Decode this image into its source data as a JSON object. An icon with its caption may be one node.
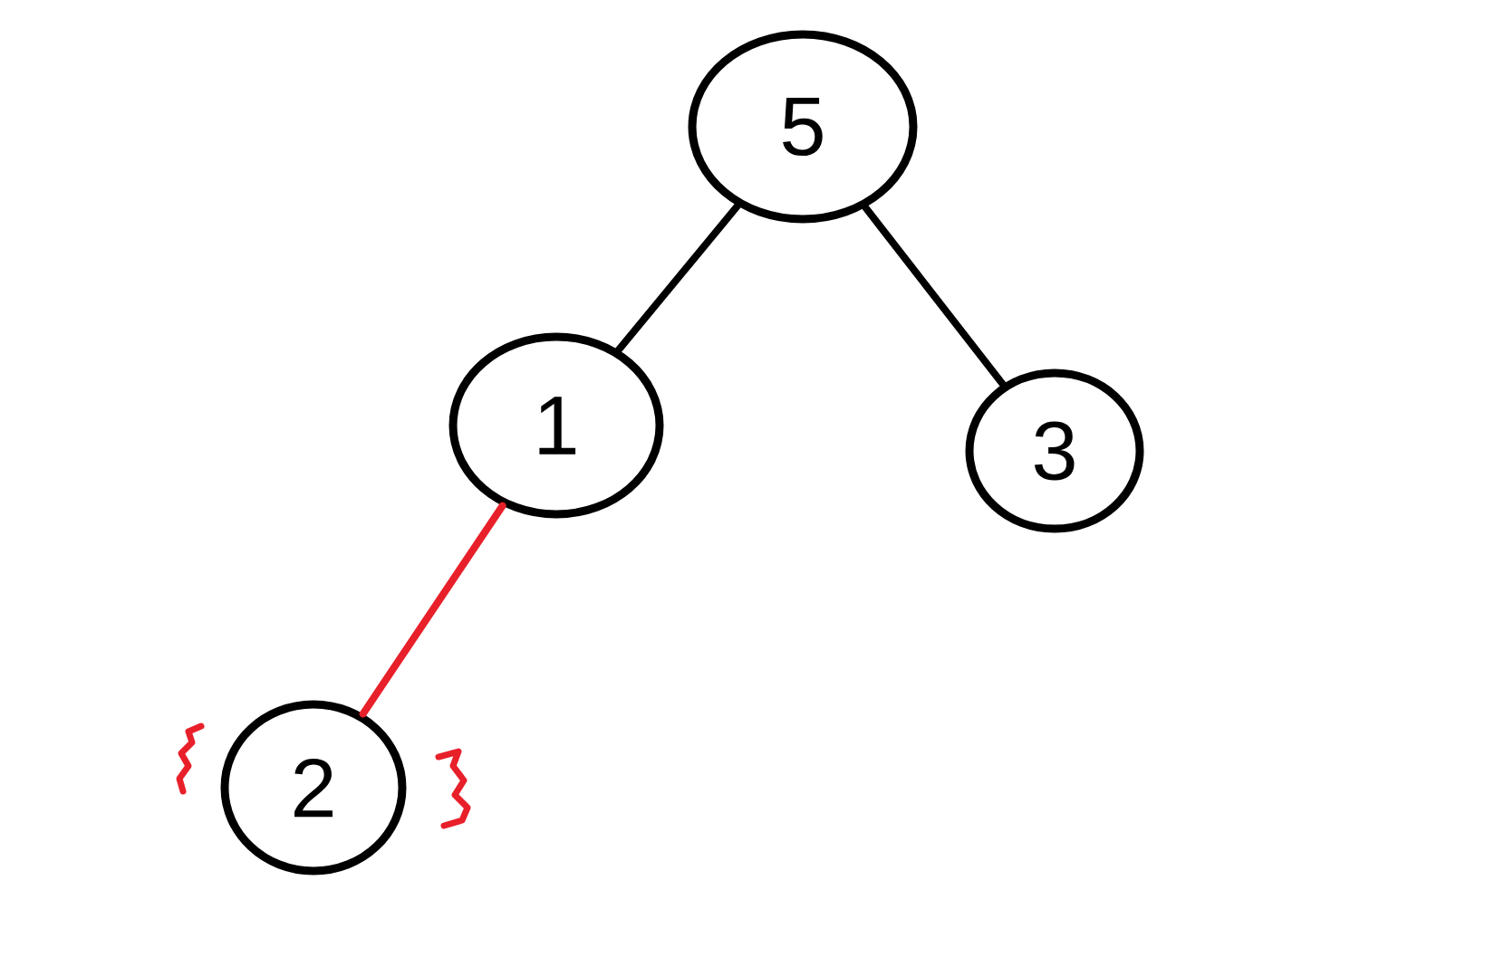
{
  "diagram": {
    "nodes": [
      {
        "text": [
          "5"
        ]
      },
      {
        "text": [
          "1"
        ]
      },
      {
        "text": [
          "3"
        ]
      },
      {
        "text": [
          "2"
        ]
      }
    ],
    "edges": [
      {
        "from": 0,
        "to": 1,
        "arrow": "none"
      },
      {
        "from": 0,
        "to": 2,
        "arrow": "none"
      },
      {
        "from": 1,
        "to": 3,
        "arrow": "none",
        "color": "#e8202a"
      }
    ]
  }
}
